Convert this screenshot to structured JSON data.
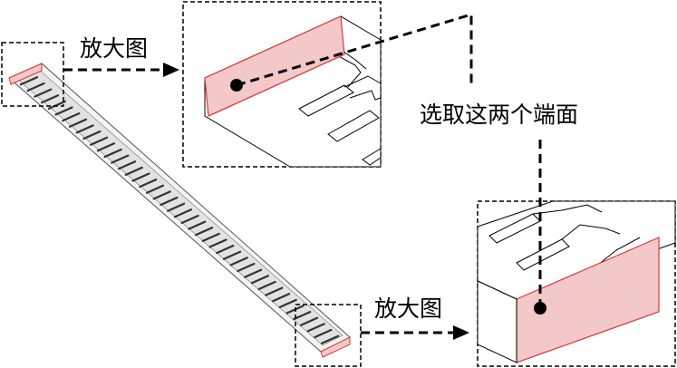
{
  "labels": {
    "zoom_top": "放大图",
    "zoom_bottom": "放大图",
    "select_faces": "选取这两个端面"
  },
  "colors": {
    "face_fill": "#f2c8c8",
    "face_edge": "#d83a3a",
    "line": "#000000"
  },
  "part": {
    "type": "long connector body with repeated contact slots",
    "slot_count": 44
  }
}
